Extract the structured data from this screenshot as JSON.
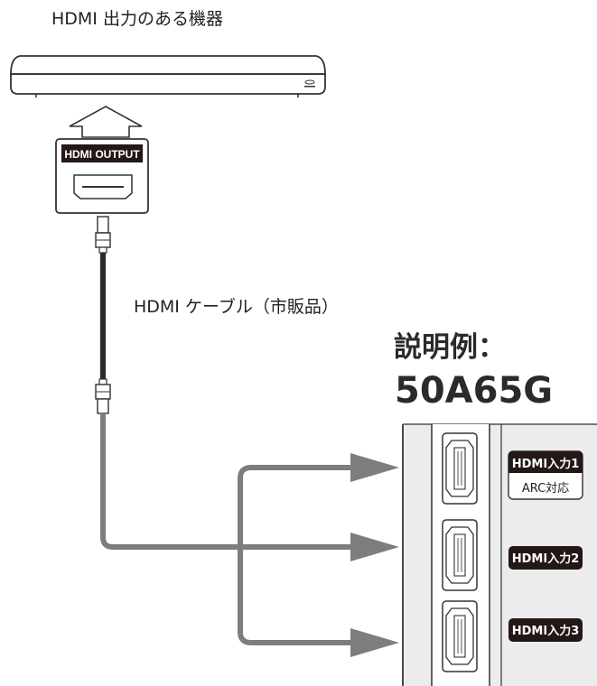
{
  "device": {
    "label": "HDMI 出力のある機器",
    "port_label": "HDMI OUTPUT"
  },
  "cable": {
    "label": "HDMI ケーブル（市販品）"
  },
  "example": {
    "title": "説明例：",
    "model": "50A65G"
  },
  "tv_ports": [
    {
      "label": "HDMI入力1",
      "sub_label": "ARC対応"
    },
    {
      "label": "HDMI入力2"
    },
    {
      "label": "HDMI入力3"
    }
  ],
  "colors": {
    "cable_route": "#7d7d7d",
    "tv_panel": "#ececec",
    "label_bg": "#231815"
  }
}
